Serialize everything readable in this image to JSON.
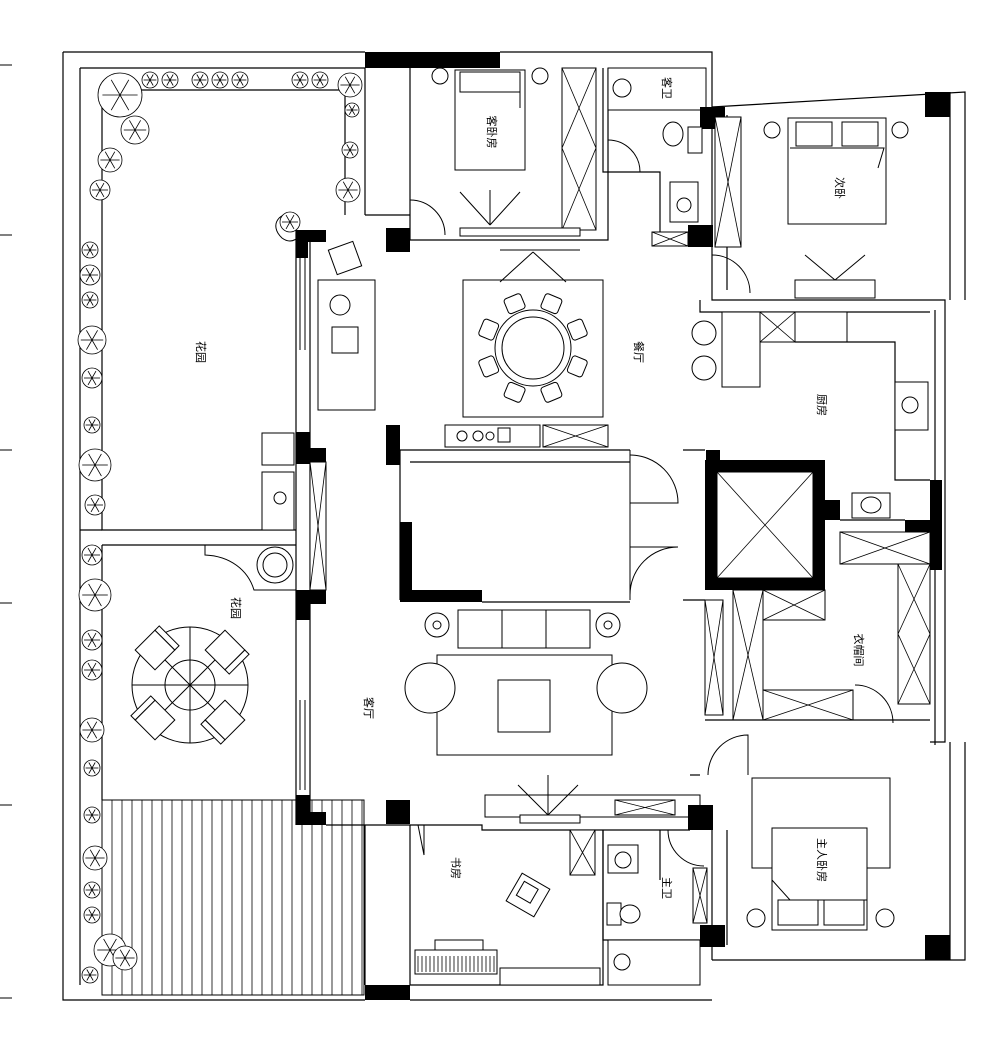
{
  "plan": {
    "rooms": {
      "guest_bedroom": "客卧房",
      "second_bedroom": "次卧",
      "guest_bath": "客卫",
      "dining": "餐厅",
      "kitchen": "厨房",
      "garden_north": "花园",
      "garden_south": "花园",
      "living": "客厅",
      "cloakroom": "衣帽间",
      "study": "书房",
      "main_bath": "主卫",
      "master_bedroom": "主人卧房"
    }
  }
}
